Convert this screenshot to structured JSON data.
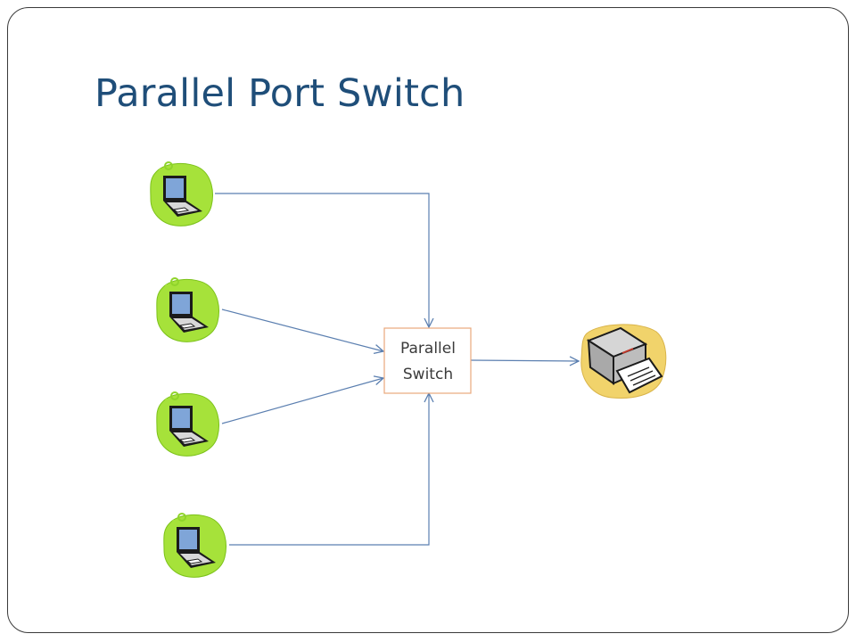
{
  "slide": {
    "title": "Parallel Port Switch"
  },
  "diagram": {
    "switch": {
      "line1": "Parallel",
      "line2": "Switch"
    },
    "computers": [
      {
        "icon": "laptop-icon"
      },
      {
        "icon": "laptop-icon"
      },
      {
        "icon": "laptop-icon"
      },
      {
        "icon": "laptop-icon"
      }
    ],
    "printer": {
      "icon": "printer-icon"
    },
    "colors": {
      "title": "#1f4e79",
      "connector": "#5b7fb0",
      "switch_border": "#e8a87c",
      "laptop_blob": "#a6e23a",
      "laptop_screen": "#7fa5d8",
      "printer_blob": "#f1d36b",
      "printer_body": "#c0c0c0"
    }
  }
}
